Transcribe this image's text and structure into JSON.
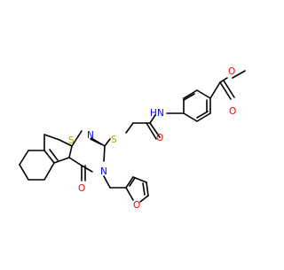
{
  "colors": {
    "bond": "#000000",
    "oxygen": "#ff0000",
    "nitrogen": "#0000ff",
    "sulfur": "#b3a100",
    "background": "#ffffff"
  },
  "atoms": {
    "ester_o_methyl": "O",
    "ester_o_carbonyl": "O",
    "amide_n": "N",
    "amide_h": "H",
    "amide_o": "O",
    "thioether_s": "S",
    "thiophene_s": "S",
    "pyrimidine_n_top": "N",
    "pyrimidine_n_bottom": "N",
    "ketone_o": "O",
    "furan_o": "O"
  }
}
